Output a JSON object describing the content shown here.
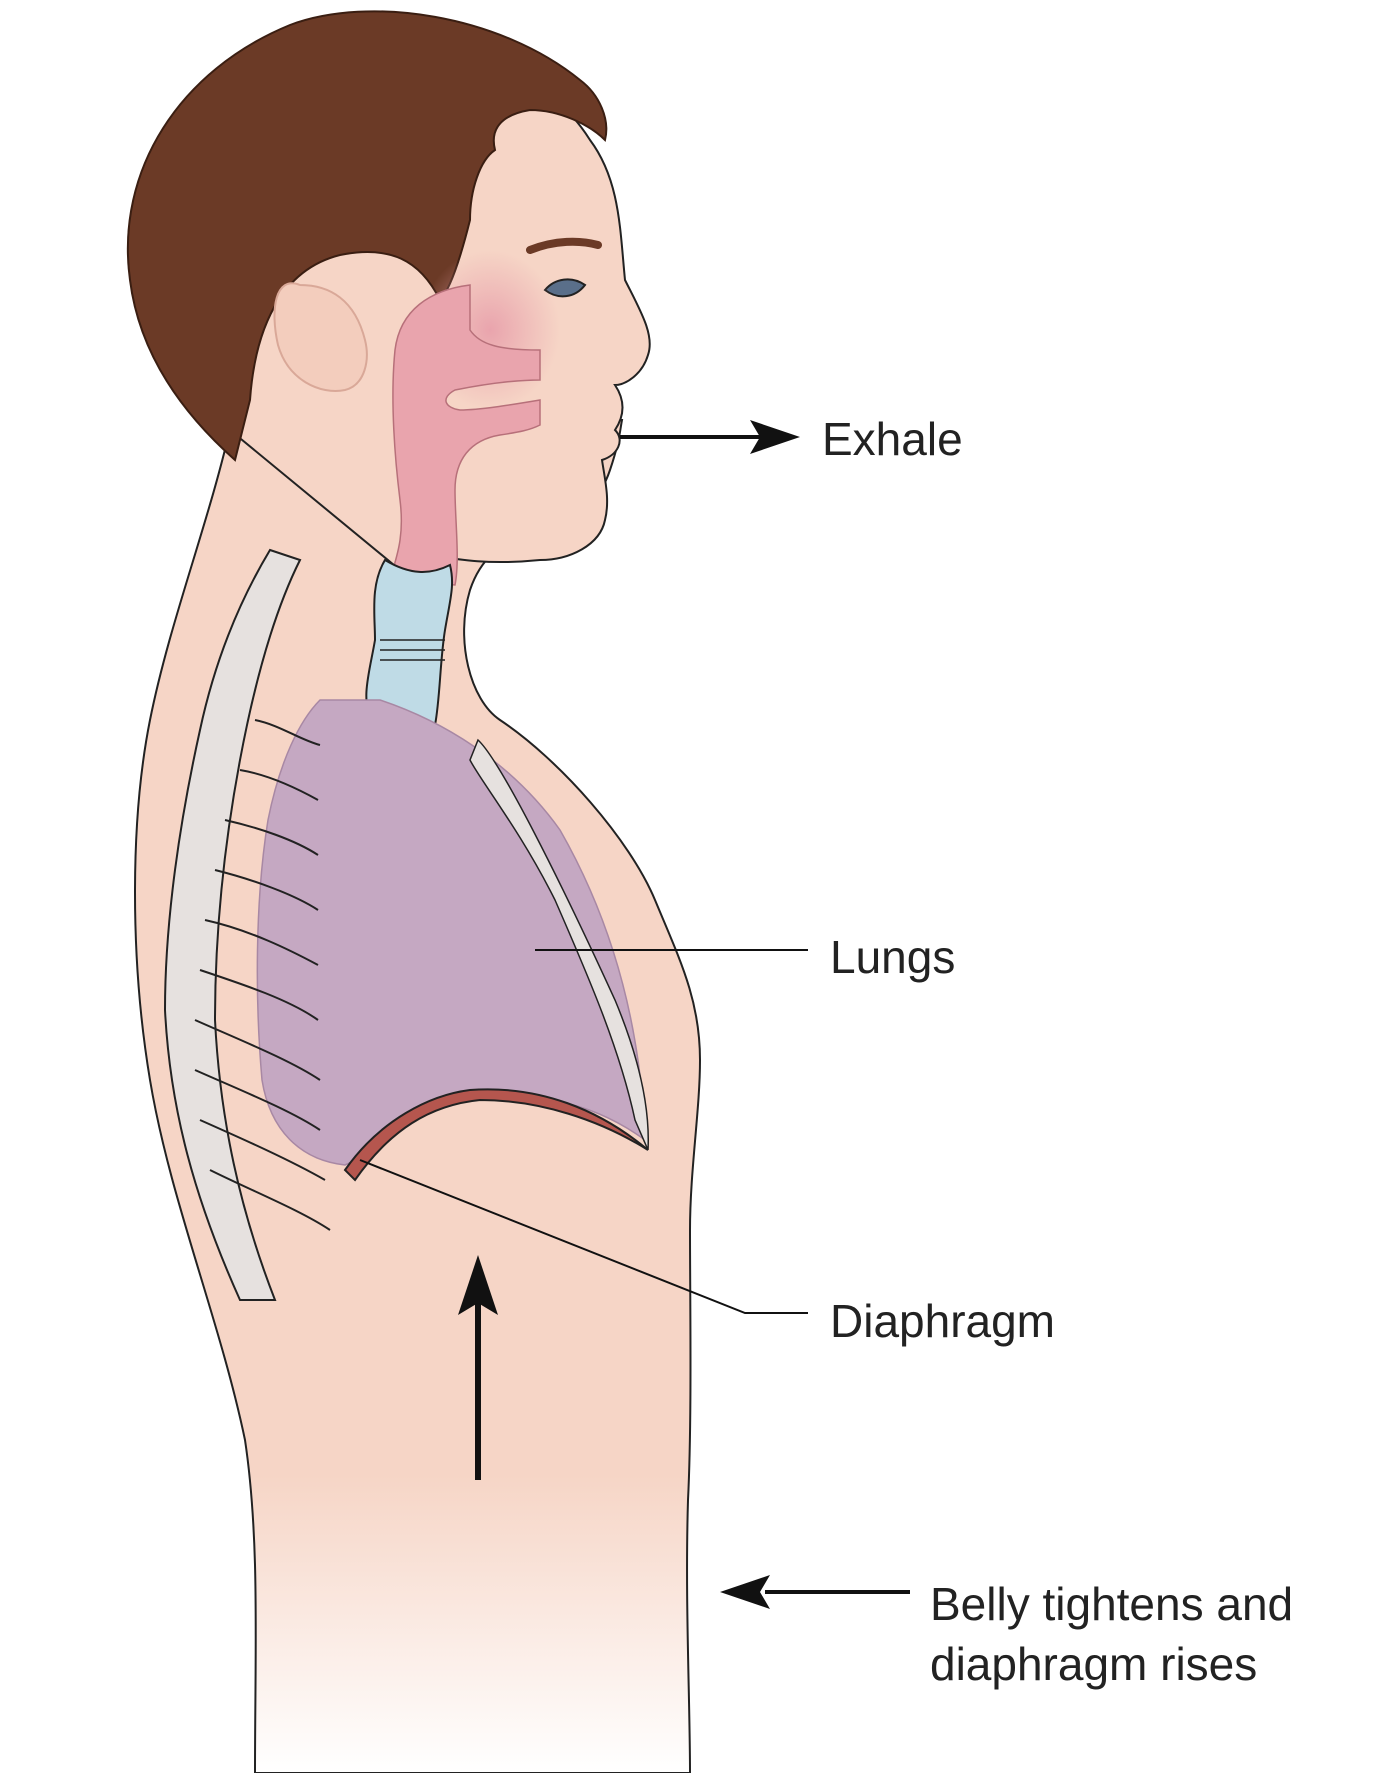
{
  "labels": {
    "exhale": "Exhale",
    "lungs": "Lungs",
    "diaphragm": "Diaphragm",
    "belly_line1": "Belly tightens and",
    "belly_line2": "diaphragm rises"
  },
  "colors": {
    "skin": "#f6d5c6",
    "hair": "#6b3a26",
    "lungs": "#c5a8c2",
    "airway_pink": "#e9a4ad",
    "trachea_blue": "#bfdbe6",
    "bone": "#e6e1df",
    "diaphragm": "#b5564e",
    "outline": "#222222"
  }
}
